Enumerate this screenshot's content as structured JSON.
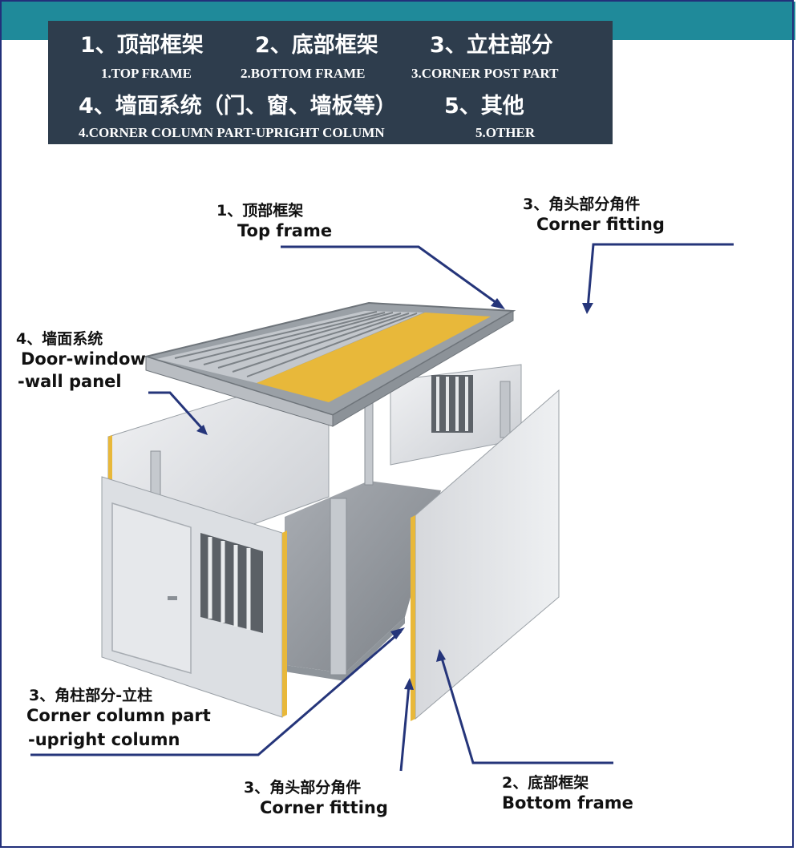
{
  "header": {
    "line1_cn": [
      "1、顶部框架",
      "2、底部框架",
      "3、立柱部分"
    ],
    "line2_en": [
      "1.TOP FRAME",
      "2.BOTTOM FRAME",
      "3.CORNER POST PART"
    ],
    "line3_cn": [
      "4、墙面系统（门、窗、墙板等）",
      "5、其他"
    ],
    "line4_en": [
      "4.CORNER COLUMN PART-UPRIGHT COLUMN",
      "5.OTHER"
    ]
  },
  "callouts": {
    "top_frame": {
      "cn": "1、顶部框架",
      "en": "Top frame"
    },
    "corner_fitting_top": {
      "cn": "3、角头部分角件",
      "en": "Corner fitting"
    },
    "wall_system": {
      "cn": "4、墙面系统",
      "en1": "Door-window",
      "en2": "-wall panel"
    },
    "corner_column": {
      "cn": "3、角柱部分-立柱",
      "en1": "Corner column part",
      "en2": "-upright column"
    },
    "corner_fitting_bottom": {
      "cn": "3、角头部分角件",
      "en": "Corner fitting"
    },
    "bottom_frame": {
      "cn": "2、底部框架",
      "en": "Bottom frame"
    }
  },
  "colors": {
    "teal": "#1f8a9a",
    "header_bg": "#2e3d4d",
    "arrow": "#25357a",
    "insulation": "#e8b83a"
  }
}
